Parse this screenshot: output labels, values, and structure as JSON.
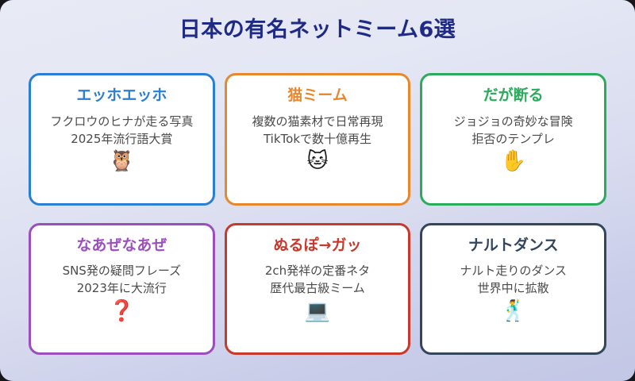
{
  "page": {
    "title": "日本の有名ネットミーム6選",
    "background_top_color": "#e8eaf5",
    "background_bottom_color": "#c2c7e5",
    "title_color": "#1f2a86"
  },
  "cards": [
    {
      "title": "エッホエッホ",
      "line1": "フクロウのヒナが走る写真",
      "line2": "2025年流行語大賞",
      "icon": "🦉",
      "icon_name": "owl-icon",
      "accent_color": "#2a7fd4"
    },
    {
      "title": "猫ミーム",
      "line1": "複数の猫素材で日常再現",
      "line2": "TikTokで数十億再生",
      "icon": "🐱",
      "icon_name": "cat-face-icon",
      "accent_color": "#e8882e"
    },
    {
      "title": "だが断る",
      "line1": "ジョジョの奇妙な冒険",
      "line2": "拒否のテンプレ",
      "icon": "✋",
      "icon_name": "raised-hand-icon",
      "accent_color": "#2bab5c"
    },
    {
      "title": "なあぜなあぜ",
      "line1": "SNS発の疑問フレーズ",
      "line2": "2023年に大流行",
      "icon": "❓",
      "icon_name": "question-mark-icon",
      "accent_color": "#9b4fbf"
    },
    {
      "title": "ぬるぽ→ガッ",
      "line1": "2ch発祥の定番ネタ",
      "line2": "歴代最古級ミーム",
      "icon": "💻",
      "icon_name": "laptop-icon",
      "accent_color": "#c8392b"
    },
    {
      "title": "ナルトダンス",
      "line1": "ナルト走りのダンス",
      "line2": "世界中に拡散",
      "icon": "🕺",
      "icon_name": "dancer-icon",
      "accent_color": "#33465c"
    }
  ]
}
